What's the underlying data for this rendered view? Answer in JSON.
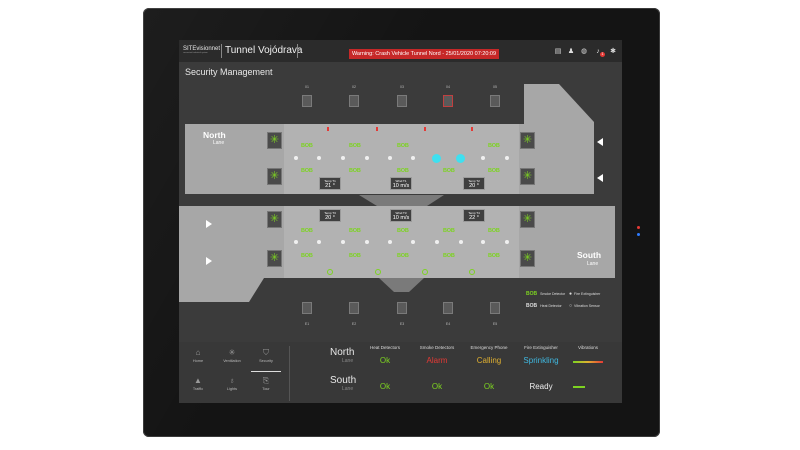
{
  "header": {
    "logo_text": "SITEvisionnet",
    "logo_sub": "connected industrial system",
    "tunnel_title": "Tunnel Vojódrava",
    "warning": "Warning: Crash Vehicle Tunnel Nord - 25/01/2020 07:20:09",
    "notification_count": "1",
    "icons": [
      "calendar-icon",
      "user-icon",
      "globe-icon",
      "bell-icon",
      "gear-icon"
    ]
  },
  "page_title": "Security Management",
  "map": {
    "north": {
      "name": "North",
      "sub": "Lane"
    },
    "south": {
      "name": "South",
      "sub": "Lane"
    },
    "north_stations": [
      "01",
      "02",
      "03",
      "04",
      "05"
    ],
    "south_stations": [
      "E1",
      "E2",
      "E3",
      "E4",
      "E5"
    ],
    "detector_label": "BOB",
    "north_readouts": [
      {
        "label": "Temp T1",
        "value": "21 °"
      },
      {
        "label": "Wind T1",
        "value": "10 m/s"
      },
      {
        "label": "Temp T2",
        "value": "20 °"
      }
    ],
    "south_readouts": [
      {
        "label": "Temp T3",
        "value": "20 °"
      },
      {
        "label": "Wind T3",
        "value": "10 m/s"
      },
      {
        "label": "Temp T4",
        "value": "22 °"
      }
    ]
  },
  "legend": {
    "smoke_detector": "Smoke Detector",
    "fire_extinguisher": "Fire Extinguisher",
    "heat_detector": "Heat Detector",
    "vibration_sensor": "Vibration Sensor"
  },
  "nav": {
    "home": "Home",
    "ventilation": "Ventilation",
    "security": "Security",
    "traffic": "Traffic",
    "lights": "Lights",
    "tour": "Tour"
  },
  "status": {
    "columns": [
      "Heat Detectors",
      "Smoke Detectors",
      "Emergency Phone",
      "Fire Extinguisher",
      "Vibrations"
    ],
    "north": {
      "name": "North",
      "sub": "Lane",
      "heat": "Ok",
      "smoke": "Alarm",
      "phone": "Calling",
      "fire": "Sprinkling"
    },
    "south": {
      "name": "South",
      "sub": "Lane",
      "heat": "Ok",
      "smoke": "Ok",
      "phone": "Ok",
      "fire": "Ready"
    }
  },
  "colors": {
    "ok": "#7dd321",
    "alarm": "#e53935",
    "calling": "#e0b030",
    "sprinkling": "#3fb8e0"
  }
}
